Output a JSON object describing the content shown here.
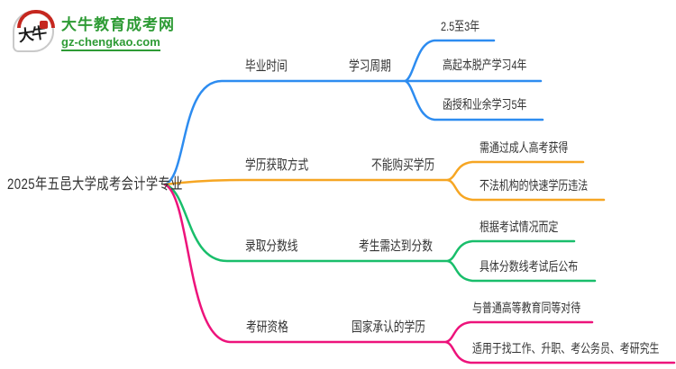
{
  "logo": {
    "site_name": "大牛教育成考网",
    "site_url": "gz-chengkao.com",
    "seal_text": "大牛",
    "brand_green": "#2e9b35",
    "seal_red": "#c5271f"
  },
  "mindmap": {
    "root": "2025年五邑大学成考会计学专业",
    "branches": [
      {
        "color": "#2d8cf0",
        "label1": "毕业时间",
        "label2": "学习周期",
        "leaves": [
          "2.5至3年",
          "高起本脱产学习4年",
          "函授和业余学习5年"
        ]
      },
      {
        "color": "#f6a623",
        "label1": "学历获取方式",
        "label2": "不能购买学历",
        "leaves": [
          "需通过成人高考获得",
          "不法机构的快速学历违法"
        ]
      },
      {
        "color": "#19be6b",
        "label1": "录取分数线",
        "label2": "考生需达到分数",
        "leaves": [
          "根据考试情况而定",
          "具体分数线考试后公布"
        ]
      },
      {
        "color": "#ed137b",
        "label1": "考研资格",
        "label2": "国家承认的学历",
        "leaves": [
          "与普通高等教育同等对待",
          "适用于找工作、升职、考公务员、考研究生"
        ]
      }
    ]
  }
}
